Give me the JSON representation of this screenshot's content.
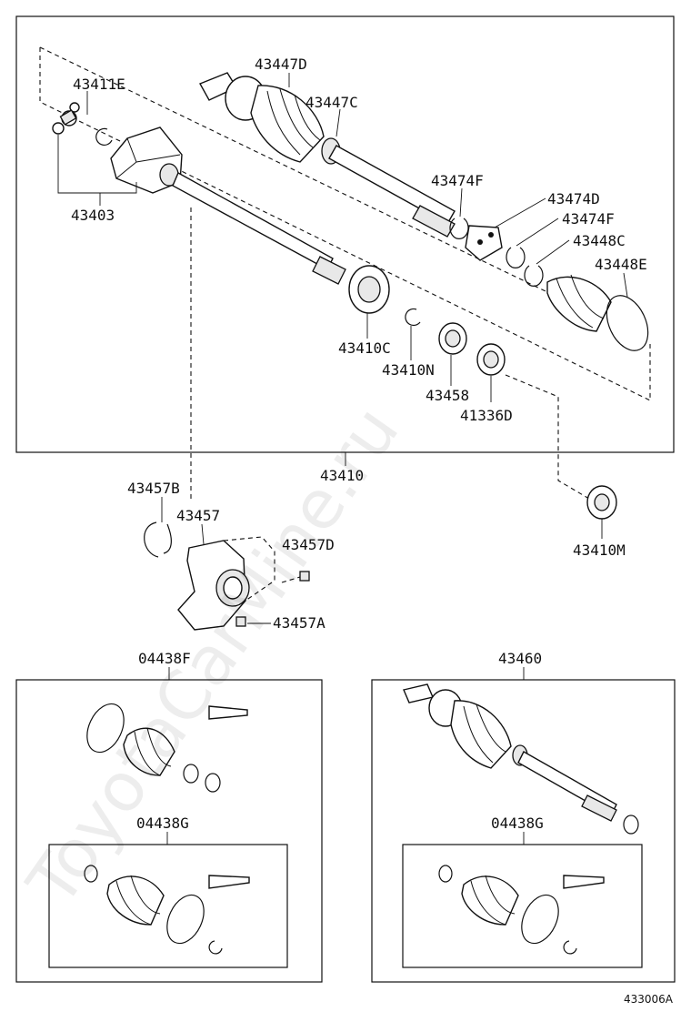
{
  "watermark": "ToyotaCarMine.ru",
  "diagram_id": "433006A",
  "labels": {
    "p43447D": "43447D",
    "p43447C": "43447C",
    "p43411E": "43411E",
    "p43403": "43403",
    "p43474F_a": "43474F",
    "p43474D": "43474D",
    "p43474F_b": "43474F",
    "p43448C": "43448C",
    "p43448E": "43448E",
    "p43410C": "43410C",
    "p43410N": "43410N",
    "p43458": "43458",
    "p41336D": "41336D",
    "p43410": "43410",
    "p43457B": "43457B",
    "p43457": "43457",
    "p43457D": "43457D",
    "p43457A": "43457A",
    "p43410M": "43410M",
    "p04438F": "04438F",
    "p04438G_left": "04438G",
    "p43460": "43460",
    "p04438G_right": "04438G"
  }
}
